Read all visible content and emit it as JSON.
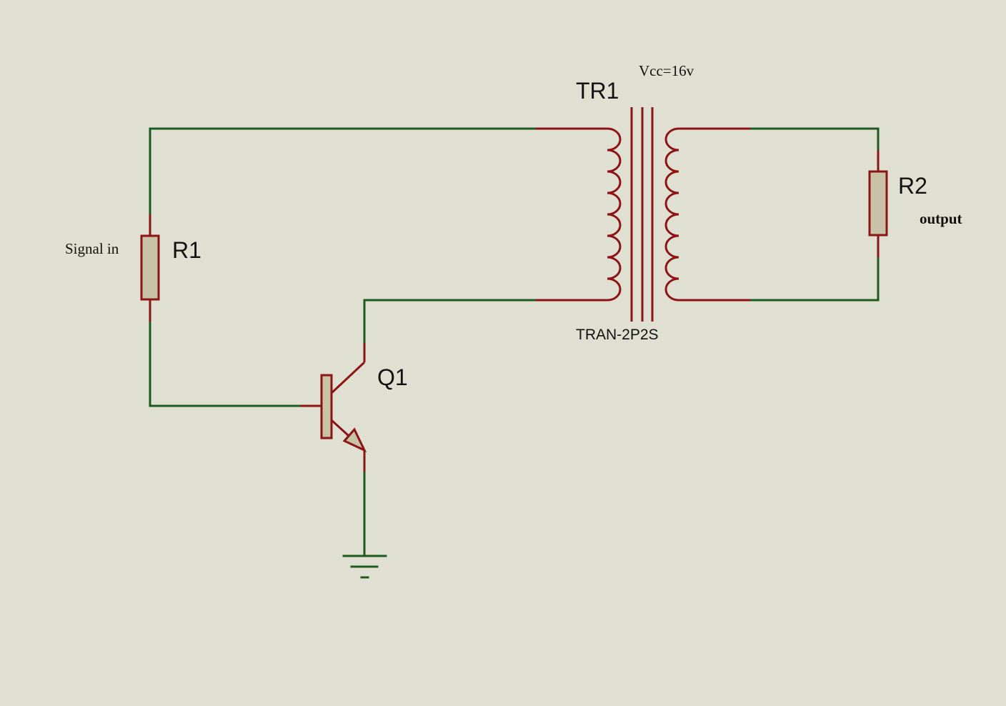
{
  "labels": {
    "r1": "R1",
    "r2": "R2",
    "q1": "Q1",
    "tr1": "TR1",
    "tr1_model": "TRAN-2P2S",
    "vcc": "Vcc=16v",
    "signal_in": "Signal in",
    "output": "output"
  },
  "colors": {
    "background": "#e0e0d2",
    "wire": "#1e5a1e",
    "component": "#8c1414",
    "component_fill": "#c8c2a6"
  }
}
